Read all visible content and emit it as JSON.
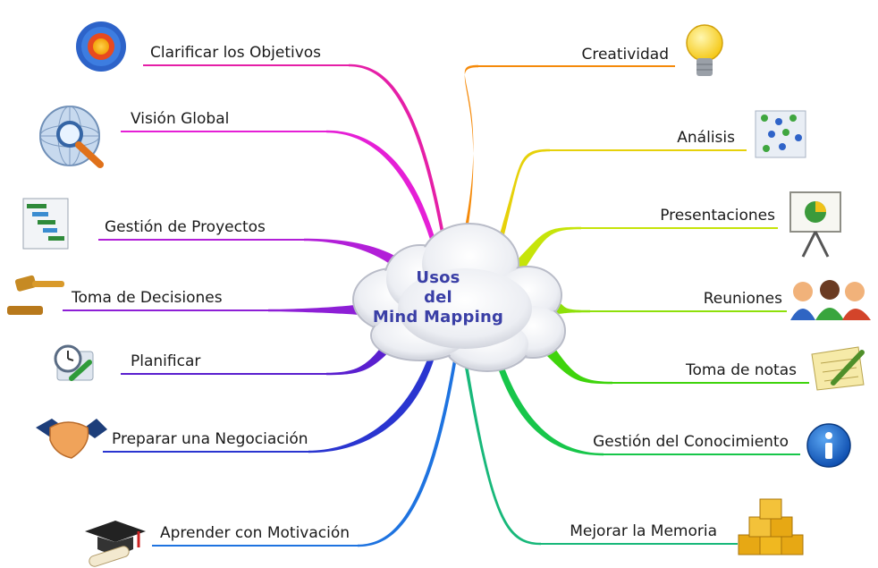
{
  "center": {
    "line1": "Usos",
    "line2": "del",
    "line3": "Mind Mapping"
  },
  "left_branches": [
    {
      "label": "Clarificar los Objetivos",
      "icon": "target-icon",
      "color": "#e51fa7"
    },
    {
      "label": "Visión Global",
      "icon": "globe-magnifier-icon",
      "color": "#e51fd6"
    },
    {
      "label": "Gestión de Proyectos",
      "icon": "gantt-chart-icon",
      "color": "#b21fd8"
    },
    {
      "label": "Toma de Decisiones",
      "icon": "gavel-icon",
      "color": "#8d1fd6"
    },
    {
      "label": "Planificar",
      "icon": "clock-calendar-icon",
      "color": "#5a1fcf"
    },
    {
      "label": "Preparar una Negociación",
      "icon": "handshake-icon",
      "color": "#2a35d0"
    },
    {
      "label": "Aprender con Motivación",
      "icon": "graduation-cap-icon",
      "color": "#1e73e0"
    }
  ],
  "right_branches": [
    {
      "label": "Creatividad",
      "icon": "lightbulb-icon",
      "color": "#f58a0a"
    },
    {
      "label": "Análisis",
      "icon": "scatter-grid-icon",
      "color": "#e6d10a"
    },
    {
      "label": "Presentaciones",
      "icon": "presentation-board-icon",
      "color": "#c6e40a"
    },
    {
      "label": "Reuniones",
      "icon": "people-group-icon",
      "color": "#8ee00a"
    },
    {
      "label": "Toma de notas",
      "icon": "notepad-pencil-icon",
      "color": "#3fd40c"
    },
    {
      "label": "Gestión del Conocimiento",
      "icon": "info-icon",
      "color": "#17c64a"
    },
    {
      "label": "Mejorar la Memoria",
      "icon": "gold-bars-icon",
      "color": "#18b87a"
    }
  ]
}
